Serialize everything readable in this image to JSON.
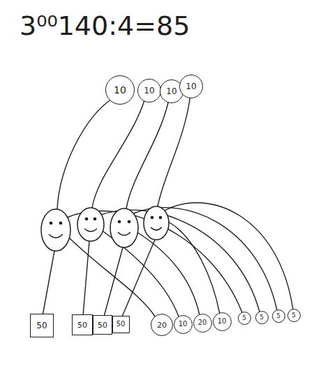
{
  "diagram": {
    "nodes": [
      {
        "text": [
          "10"
        ]
      },
      {
        "text": [
          "10"
        ]
      },
      {
        "text": [
          "10"
        ]
      },
      {
        "text": [
          "10"
        ]
      },
      {
        "text": [
          "50"
        ]
      },
      {
        "text": [
          "50"
        ]
      },
      {
        "text": [
          "50"
        ]
      },
      {
        "text": [
          "50"
        ]
      },
      {
        "text": [
          "20"
        ]
      },
      {
        "text": [
          "10"
        ]
      },
      {
        "text": [
          "20"
        ]
      },
      {
        "text": [
          "10"
        ]
      },
      {
        "text": [
          "5"
        ]
      },
      {
        "text": [
          "5"
        ]
      },
      {
        "text": [
          "5"
        ]
      },
      {
        "text": [
          "5"
        ]
      }
    ],
    "labels": [
      "3⁰⁰140:4=85"
    ]
  }
}
